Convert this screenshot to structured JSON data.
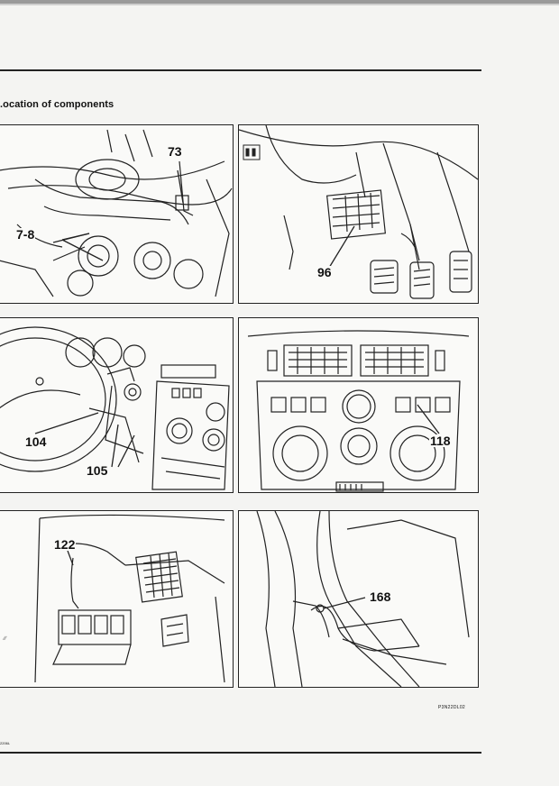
{
  "page": {
    "section_title": ".ocation of components",
    "figure_code": "P3N22DL02",
    "page_id": "2206L",
    "smudge_mark": "∕∕∕"
  },
  "panels": [
    {
      "id": "engine-bay",
      "labels": [
        "73",
        "7-8"
      ]
    },
    {
      "id": "pedal-box",
      "labels": [
        "96"
      ]
    },
    {
      "id": "steering-column",
      "labels": [
        "104",
        "105"
      ]
    },
    {
      "id": "center-console",
      "labels": [
        "118"
      ]
    },
    {
      "id": "passenger-footwell",
      "labels": [
        "122"
      ]
    },
    {
      "id": "rear-pillar",
      "labels": [
        "168"
      ]
    }
  ],
  "colors": {
    "ink": "#222222",
    "paper": "#fafaf8"
  }
}
